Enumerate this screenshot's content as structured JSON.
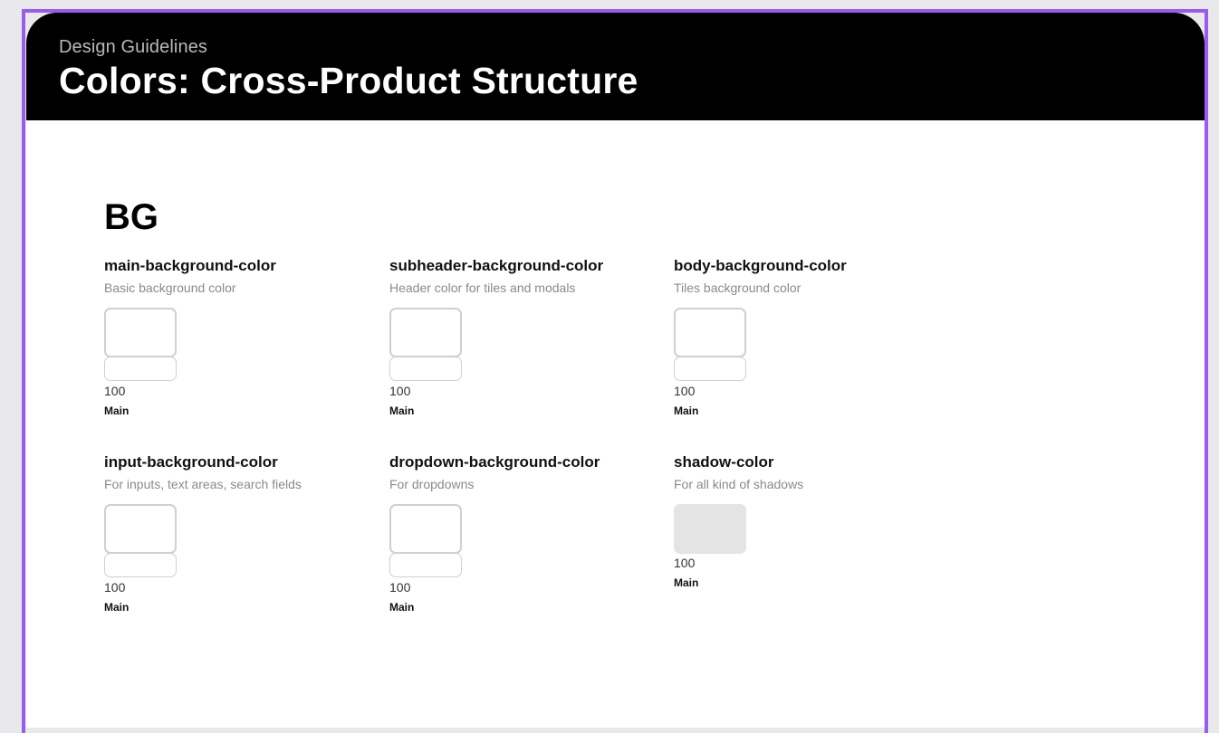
{
  "header": {
    "eyebrow": "Design Guidelines",
    "title": "Colors: Cross-Product Structure"
  },
  "section": {
    "title": "BG"
  },
  "tokens": [
    {
      "name": "main-background-color",
      "description": "Basic background color",
      "shade": "100",
      "shade_label": "Main",
      "swatch_color": "#ffffff"
    },
    {
      "name": "subheader-background-color",
      "description": "Header color for tiles and modals",
      "shade": "100",
      "shade_label": "Main",
      "swatch_color": "#ffffff"
    },
    {
      "name": "body-background-color",
      "description": "Tiles background color",
      "shade": "100",
      "shade_label": "Main",
      "swatch_color": "#ffffff"
    },
    {
      "name": "input-background-color",
      "description": "For inputs, text areas, search fields",
      "shade": "100",
      "shade_label": "Main",
      "swatch_color": "#ffffff"
    },
    {
      "name": "dropdown-background-color",
      "description": "For dropdowns",
      "shade": "100",
      "shade_label": "Main",
      "swatch_color": "#ffffff"
    },
    {
      "name": "shadow-color",
      "description": "For all kind of shadows",
      "shade": "100",
      "shade_label": "Main",
      "swatch_color": "#e4e4e4"
    }
  ],
  "colors": {
    "frame_border": "#9a5cf0",
    "header_bg": "#000000",
    "canvas_bg": "#e9e9ec"
  }
}
